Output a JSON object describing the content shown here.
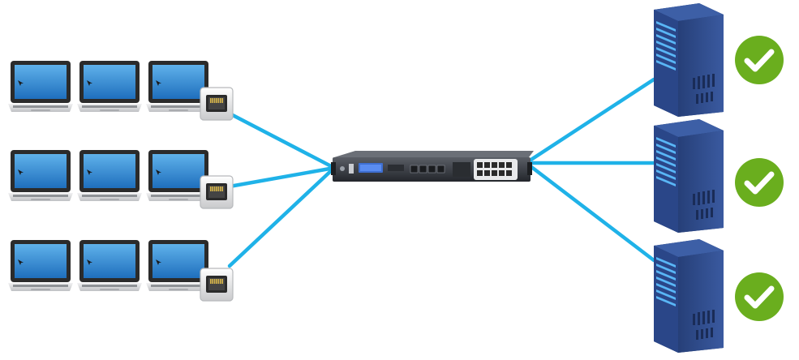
{
  "diagram": {
    "colors": {
      "link": "#1fb2e8",
      "laptop_screen": "#2e8ad6",
      "laptop_bezel": "#2b2b2b",
      "laptop_base": "#d9dadc",
      "server_body": "#2d4a86",
      "server_light": "#4aa6ee",
      "check_bg": "#6aae1e",
      "lb_body": "#3a3d44"
    },
    "client_groups": [
      {
        "laptops": 3,
        "port_icon": "ethernet-port-icon"
      },
      {
        "laptops": 3,
        "port_icon": "ethernet-port-icon"
      },
      {
        "laptops": 3,
        "port_icon": "ethernet-port-icon"
      }
    ],
    "center_device": {
      "icon": "load-balancer-appliance-icon"
    },
    "servers": [
      {
        "icon": "server-tower-icon",
        "status": "healthy",
        "status_icon": "checkmark-icon"
      },
      {
        "icon": "server-tower-icon",
        "status": "healthy",
        "status_icon": "checkmark-icon"
      },
      {
        "icon": "server-tower-icon",
        "status": "healthy",
        "status_icon": "checkmark-icon"
      }
    ]
  }
}
